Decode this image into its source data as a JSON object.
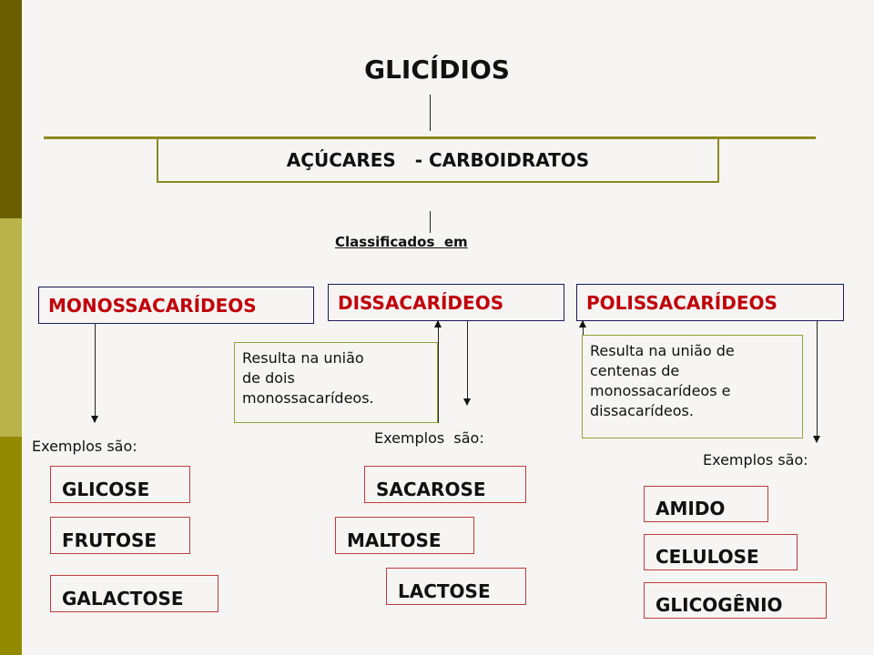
{
  "title": "GLICÍDIOS",
  "subtitle_box": "AÇÚCARES   - CARBOIDRATOS",
  "classified_label": "Classificados  em",
  "colors": {
    "stripe_top": "#6b5e00",
    "stripe_middle": "#b8b44a",
    "stripe_bottom": "#948a00",
    "category_text": "#c0000a",
    "category_border": "#1b1b5a",
    "example_border": "#c23a3a",
    "note_border": "#8ea53a",
    "olive_line": "#8f8a1f"
  },
  "categories": [
    {
      "name": "MONOSSACARÍDEOS",
      "examples_label": "Exemplos são:",
      "examples": [
        "GLICOSE",
        "FRUTOSE",
        "GALACTOSE"
      ]
    },
    {
      "name": "DISSACARÍDEOS",
      "note": "Resulta na união de dois monossacarídeos.",
      "note_lines": [
        "Resulta na união",
        "de dois",
        "monossacarídeos."
      ],
      "examples_label": "Exemplos  são:",
      "examples": [
        "SACAROSE",
        "MALTOSE",
        "LACTOSE"
      ]
    },
    {
      "name": "POLISSACARÍDEOS",
      "note": "Resulta na união de centenas de monossacarídeos e dissacarídeos.",
      "note_lines": [
        "Resulta na união de",
        "centenas de",
        "monossacarídeos e",
        "dissacarídeos."
      ],
      "examples_label": "Exemplos são:",
      "examples": [
        "AMIDO",
        "CELULOSE",
        "GLICOGÊNIO"
      ]
    }
  ]
}
